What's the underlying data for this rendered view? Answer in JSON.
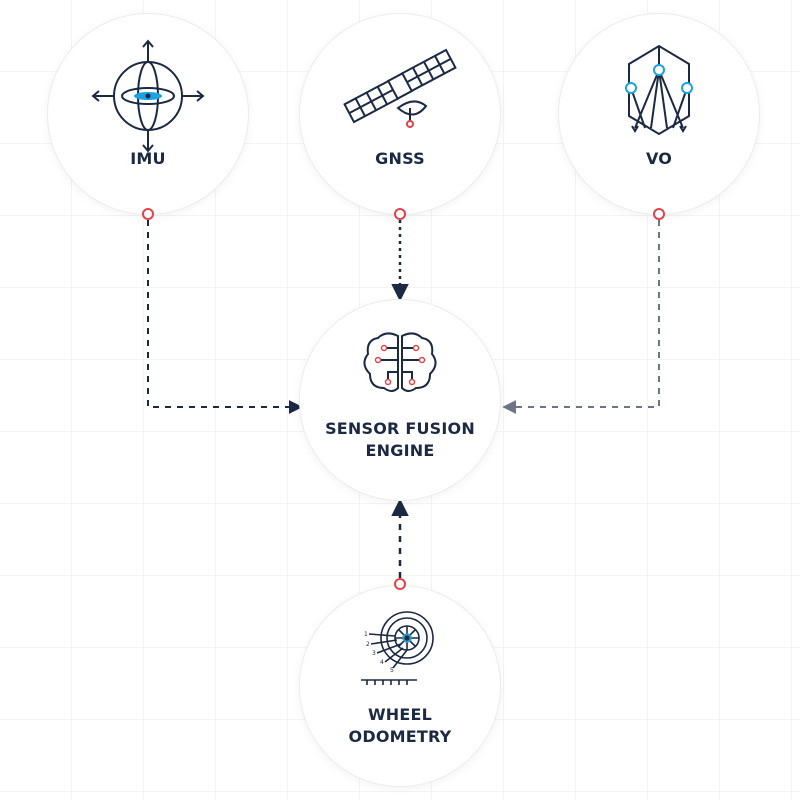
{
  "diagram": {
    "nodes": {
      "imu": {
        "label": "IMU",
        "icon": "gyroscope-icon"
      },
      "gnss": {
        "label": "GNSS",
        "icon": "satellite-icon"
      },
      "vo": {
        "label": "VO",
        "icon": "visual-odometry-cube-icon"
      },
      "fusion": {
        "label_line1": "SENSOR FUSION",
        "label_line2": "ENGINE",
        "icon": "brain-circuit-icon"
      },
      "wheel": {
        "label_line1": "WHEEL",
        "label_line2": "ODOMETRY",
        "icon": "wheel-icon"
      }
    },
    "edges": [
      {
        "from": "IMU",
        "to": "SENSOR FUSION ENGINE"
      },
      {
        "from": "GNSS",
        "to": "SENSOR FUSION ENGINE"
      },
      {
        "from": "VO",
        "to": "SENSOR FUSION ENGINE"
      },
      {
        "from": "WHEEL ODOMETRY",
        "to": "SENSOR FUSION ENGINE"
      }
    ],
    "colors": {
      "navy": "#1b2942",
      "accent_red": "#e0444a",
      "accent_blue": "#1aa3e0",
      "grid": "#e6e6e6"
    },
    "wheel_scale_numbers": [
      "1",
      "2",
      "3",
      "4",
      "5"
    ]
  }
}
